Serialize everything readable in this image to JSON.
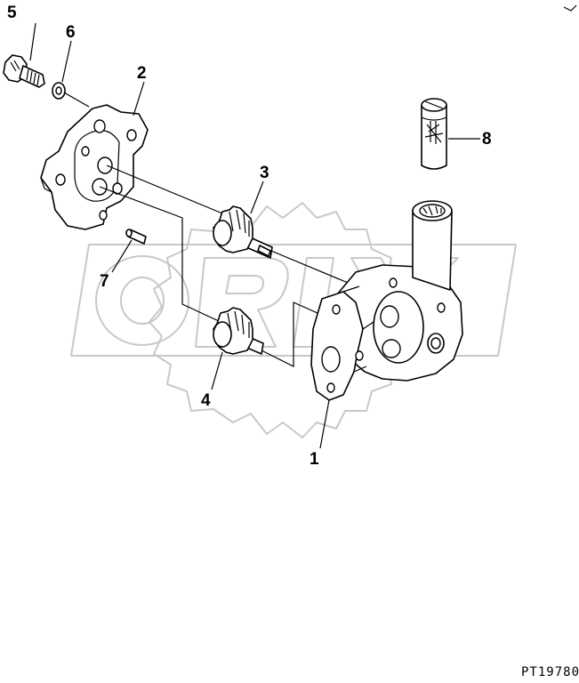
{
  "diagram": {
    "figure_code": "PT19780",
    "callouts": [
      {
        "id": "1",
        "label": "1"
      },
      {
        "id": "2",
        "label": "2"
      },
      {
        "id": "3",
        "label": "3"
      },
      {
        "id": "4",
        "label": "4"
      },
      {
        "id": "5",
        "label": "5"
      },
      {
        "id": "6",
        "label": "6"
      },
      {
        "id": "7",
        "label": "7"
      },
      {
        "id": "8",
        "label": "8"
      }
    ],
    "watermark": "ORIX",
    "colors": {
      "ink": "#000000",
      "watermark": "#c8c8c8",
      "background": "#ffffff"
    }
  }
}
